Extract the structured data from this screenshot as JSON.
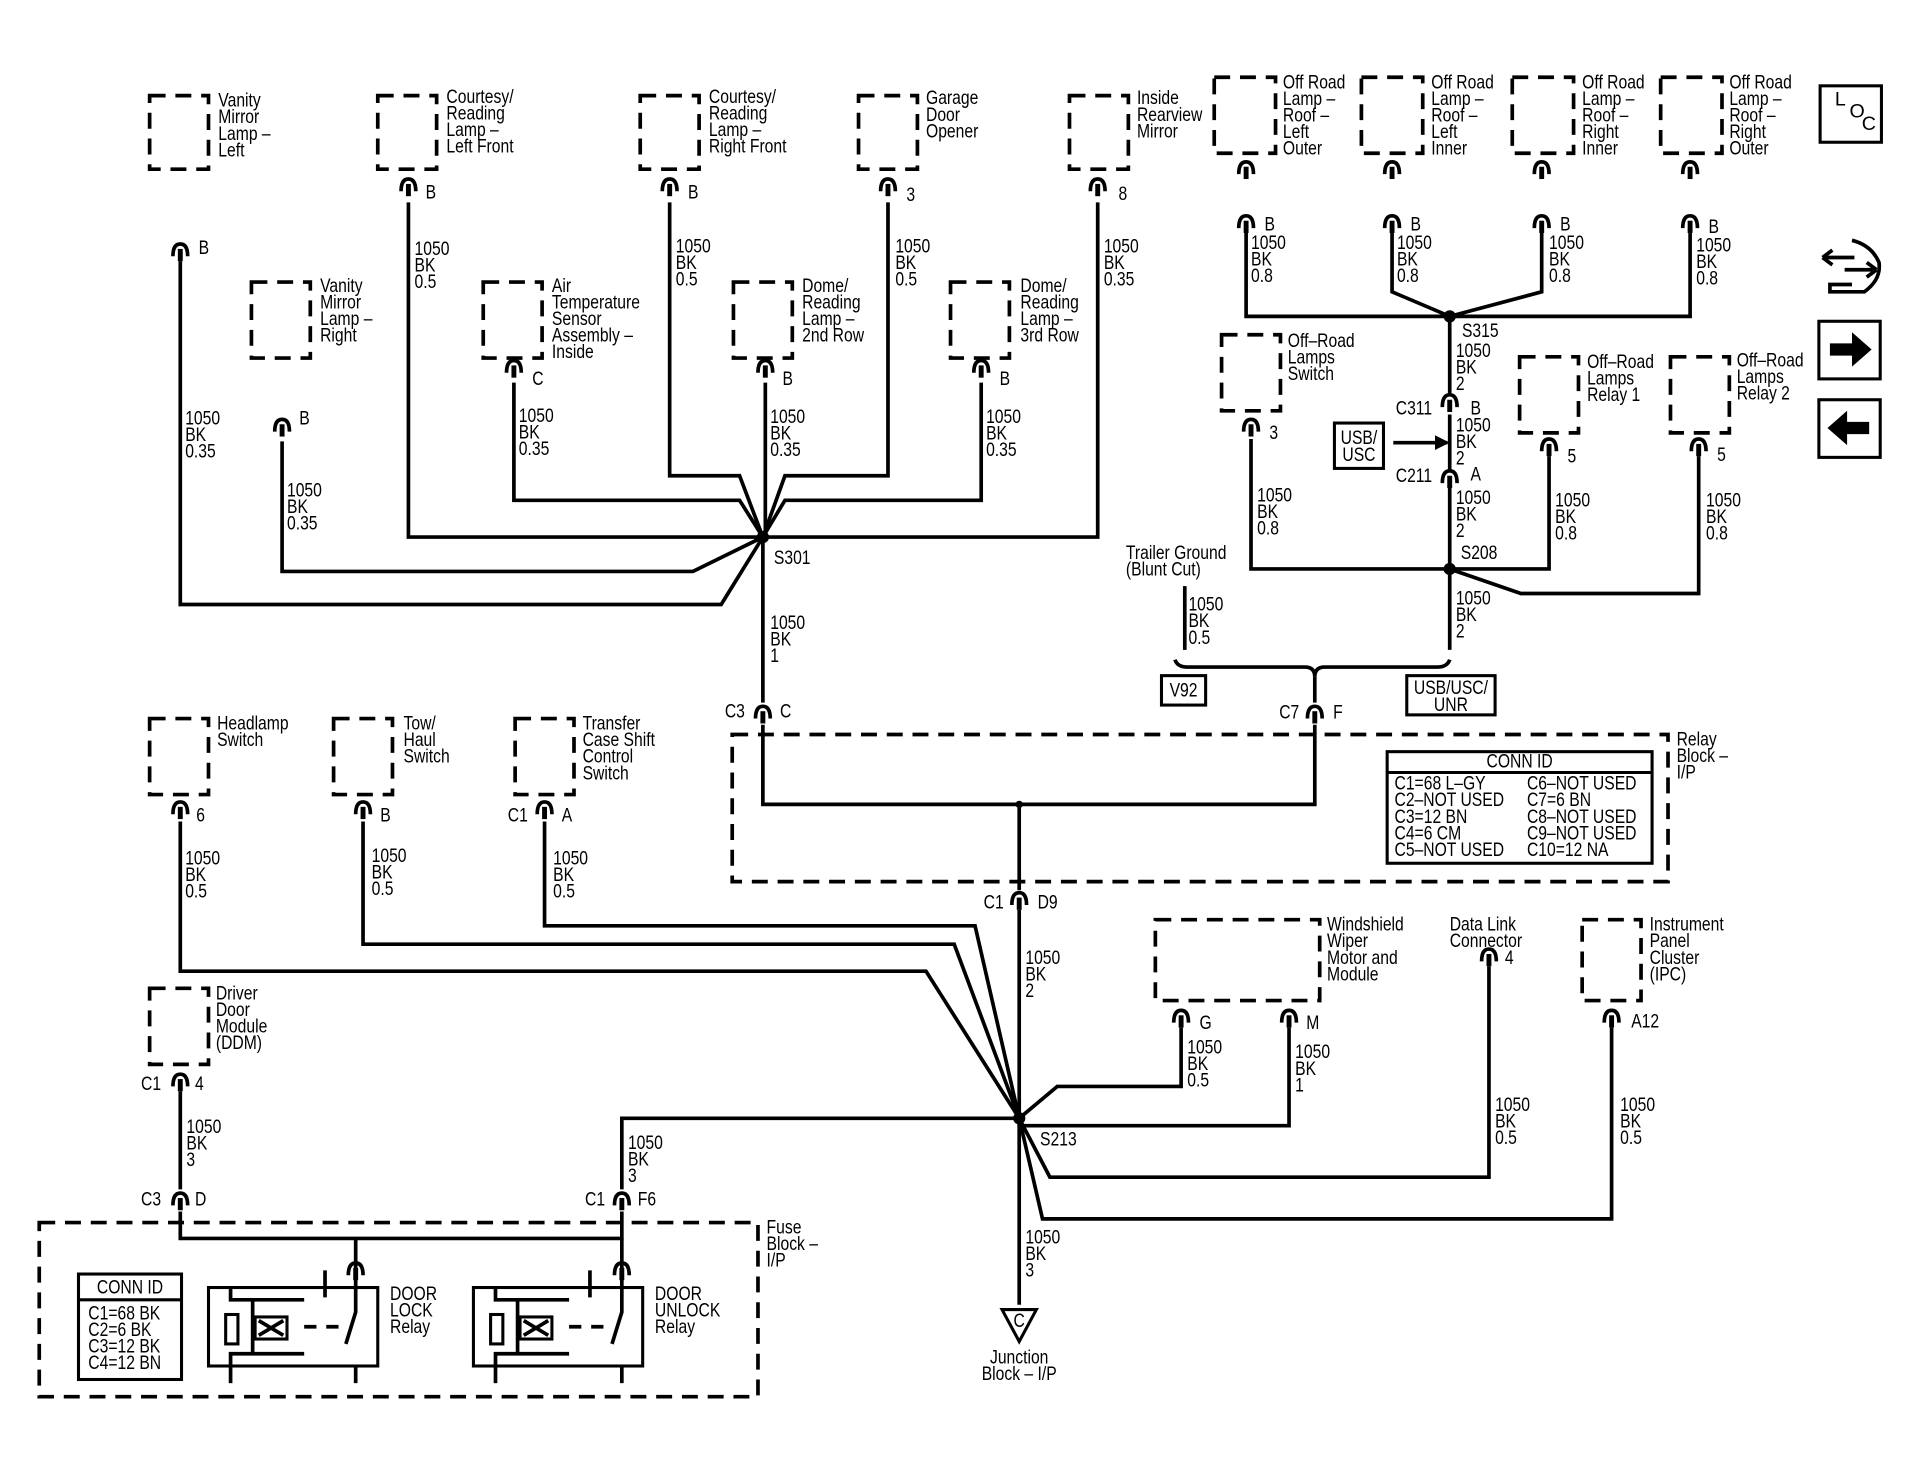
{
  "diagram": {
    "components": {
      "vanity_left": [
        "Vanity",
        "Mirror",
        "Lamp –",
        "Left"
      ],
      "courtesy_lf": [
        "Courtesy/",
        "Reading",
        "Lamp –",
        "Left Front"
      ],
      "courtesy_rf": [
        "Courtesy/",
        "Reading",
        "Lamp –",
        "Right Front"
      ],
      "garage": [
        "Garage",
        "Door",
        "Opener"
      ],
      "rearview": [
        "Inside",
        "Rearview",
        "Mirror"
      ],
      "vanity_right": [
        "Vanity",
        "Mirror",
        "Lamp –",
        "Right"
      ],
      "air_temp": [
        "Air",
        "Temperature",
        "Sensor",
        "Assembly –",
        "Inside"
      ],
      "dome_2": [
        "Dome/",
        "Reading",
        "Lamp –",
        "2nd Row"
      ],
      "dome_3": [
        "Dome/",
        "Reading",
        "Lamp –",
        "3rd Row"
      ],
      "offroad_lo": [
        "Off Road",
        "Lamp –",
        "Roof –",
        "Left",
        "Outer"
      ],
      "offroad_li": [
        "Off Road",
        "Lamp –",
        "Roof –",
        "Left",
        "Inner"
      ],
      "offroad_ri": [
        "Off Road",
        "Lamp –",
        "Roof –",
        "Right",
        "Inner"
      ],
      "offroad_ro": [
        "Off Road",
        "Lamp –",
        "Roof –",
        "Right",
        "Outer"
      ],
      "offroad_switch": [
        "Off–Road",
        "Lamps",
        "Switch"
      ],
      "relay1": [
        "Off–Road",
        "Lamps",
        "Relay 1"
      ],
      "relay2": [
        "Off–Road",
        "Lamps",
        "Relay 2"
      ],
      "headlamp": [
        "Headlamp",
        "Switch"
      ],
      "towhaul": [
        "Tow/",
        "Haul",
        "Switch"
      ],
      "transfer": [
        "Transfer",
        "Case Shift",
        "Control",
        "Switch"
      ],
      "ddm": [
        "Driver",
        "Door",
        "Module",
        "(DDM)"
      ],
      "wiper": [
        "Windshield",
        "Wiper",
        "Motor and",
        "Module"
      ],
      "dlc": [
        "Data Link",
        "Connector"
      ],
      "ipc": [
        "Instrument",
        "Panel",
        "Cluster",
        "(IPC)"
      ],
      "relay_block": [
        "Relay",
        "Block –",
        "I/P"
      ],
      "fuse_block": [
        "Fuse",
        "Block –",
        "I/P"
      ],
      "door_lock": [
        "DOOR",
        "LOCK",
        "Relay"
      ],
      "door_unlock": [
        "DOOR",
        "UNLOCK",
        "Relay"
      ],
      "junction": [
        "Junction",
        "Block – I/P"
      ],
      "trailer": [
        "Trailer Ground",
        "(Blunt Cut)"
      ]
    },
    "wires": {
      "w1050_bk_035": [
        "1050",
        "BK",
        "0.35"
      ],
      "w1050_bk_05": [
        "1050",
        "BK",
        "0.5"
      ],
      "w1050_bk_08": [
        "1050",
        "BK",
        "0.8"
      ],
      "w1050_bk_1": [
        "1050",
        "BK",
        "1"
      ],
      "w1050_bk_2": [
        "1050",
        "BK",
        "2"
      ],
      "w1050_bk_3": [
        "1050",
        "BK",
        "3"
      ]
    },
    "splices": {
      "s301": "S301",
      "s315": "S315",
      "s208": "S208",
      "s213": "S213"
    },
    "connectors": {
      "c311": "C311",
      "c211": "C211",
      "c3": "C3",
      "c7": "C7",
      "c1": "C1"
    },
    "pins": {
      "b": "B",
      "c": "C",
      "a": "A",
      "f": "F",
      "d": "D",
      "g": "G",
      "m": "M",
      "d9": "D9",
      "f6": "F6",
      "a12": "A12",
      "p3": "3",
      "p4": "4",
      "p5": "5",
      "p6": "6",
      "p8": "8"
    },
    "options": {
      "v92": "V92",
      "usb_usc": [
        "USB/",
        "USC"
      ],
      "usb_usc_unr": [
        "USB/USC/",
        "UNR"
      ]
    },
    "relay_conn_id": {
      "title": "CONN ID",
      "left": [
        "C1=68 L–GY",
        "C2–NOT USED",
        "C3=12 BN",
        "C4=6 CM",
        "C5–NOT USED"
      ],
      "right": [
        "C6–NOT USED",
        "C7=6 BN",
        "C8–NOT USED",
        "C9–NOT USED",
        "C10=12 NA"
      ]
    },
    "fuse_conn_id": {
      "title": "CONN ID",
      "rows": [
        "C1=68 BK",
        "C2=6 BK",
        "C3=12 BK",
        "C4=12 BN"
      ]
    },
    "ground_symbol": "C",
    "loc": [
      "L",
      "O",
      "C"
    ],
    "nav_icons": [
      "wrench-arrow-icon",
      "arrow-right-icon",
      "arrow-left-icon"
    ]
  }
}
